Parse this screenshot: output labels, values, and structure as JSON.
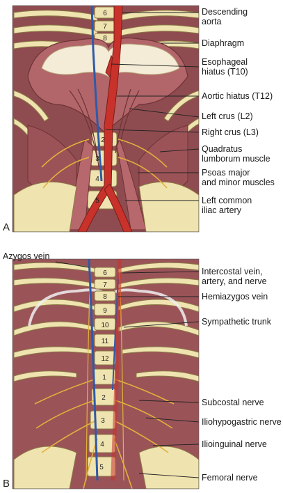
{
  "panels": [
    {
      "letter": "A",
      "labels": {
        "descending_aorta": [
          "Descending",
          "aorta"
        ],
        "diaphragm": "Diaphragm",
        "esophageal_hiatus": [
          "Esophageal",
          "hiatus (T10)"
        ],
        "aortic_hiatus": "Aortic hiatus (T12)",
        "left_crus": "Left crus (L2)",
        "right_crus": "Right crus (L3)",
        "quadratus": [
          "Quadratus",
          "lumborum muscle"
        ],
        "psoas": [
          "Psoas major",
          "and minor muscles"
        ],
        "left_common_iliac": [
          "Left common",
          "iliac artery"
        ]
      },
      "vertebra_numbers": [
        "6",
        "7",
        "8",
        "2",
        "3",
        "4",
        "5"
      ]
    },
    {
      "letter": "B",
      "labels": {
        "azygos_vein": "Azygos vein",
        "intercostal": [
          "Intercostal vein,",
          "artery, and nerve"
        ],
        "hemiazygos_vein": "Hemiazygos vein",
        "sympathetic_trunk": "Sympathetic trunk",
        "subcostal_nerve": "Subcostal nerve",
        "iliohypogastric_nerve": "Iliohypogastric nerve",
        "ilioinguinal_nerve": "Ilioinguinal nerve",
        "femoral_nerve": "Femoral nerve"
      },
      "vertebra_numbers": [
        "6",
        "7",
        "8",
        "9",
        "10",
        "11",
        "12",
        "1",
        "2",
        "3",
        "4",
        "5"
      ]
    }
  ],
  "colors": {
    "muscle": "#a45a5c",
    "muscle_dark": "#7d3a3e",
    "bone": "#efe3b0",
    "bone_edge": "#8a7a44",
    "artery": "#c8322b",
    "vein": "#2f5aa8",
    "nerve": "#e2b13c",
    "diaphragm_tendon": "#f4ecd6"
  }
}
